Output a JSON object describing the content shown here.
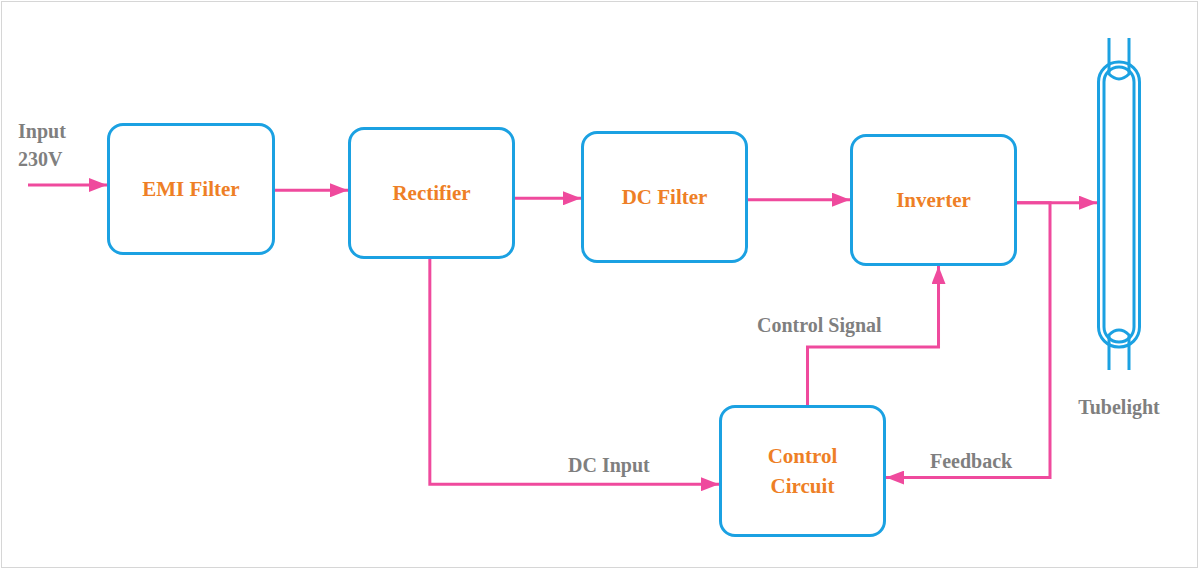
{
  "diagram": {
    "nodes": [
      {
        "text": [
          "EMI Filter"
        ]
      },
      {
        "text": [
          "Rectifier"
        ]
      },
      {
        "text": [
          "DC Filter"
        ]
      },
      {
        "text": [
          "Inverter"
        ]
      },
      {
        "text": [
          "Tubelight"
        ]
      },
      {
        "text": [
          "Control Circuit"
        ]
      }
    ],
    "edges": [
      {
        "from": 0,
        "to": 1,
        "arrow": "to"
      },
      {
        "from": 1,
        "to": 2,
        "arrow": "to"
      },
      {
        "from": 2,
        "to": 3,
        "arrow": "to"
      },
      {
        "from": 3,
        "to": 4,
        "arrow": "to"
      },
      {
        "from": 1,
        "to": 5,
        "label": "DC Input",
        "arrow": "to"
      },
      {
        "from": 5,
        "to": 3,
        "label": "Control Signal",
        "arrow": "to"
      },
      {
        "from": 3,
        "to": 5,
        "label": "Feedback",
        "arrow": "to"
      }
    ],
    "labels": [
      "Input 230V"
    ]
  }
}
